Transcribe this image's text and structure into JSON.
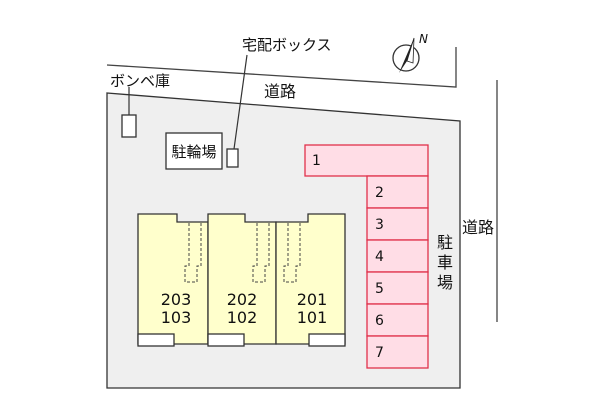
{
  "labels": {
    "delivery_box": "宅配ボックス",
    "gas_cylinder": "ボンベ庫",
    "road_top": "道路",
    "road_right": "道路",
    "bicycle_parking": "駐輪場",
    "parking": [
      "駐",
      "車",
      "場"
    ],
    "north": "N"
  },
  "buildings": [
    {
      "upper": "203",
      "lower": "103"
    },
    {
      "upper": "202",
      "lower": "102"
    },
    {
      "upper": "201",
      "lower": "101"
    }
  ],
  "parking_slots": [
    "1",
    "2",
    "3",
    "4",
    "5",
    "6",
    "7"
  ],
  "colors": {
    "lot_fill": "#efefef",
    "building_fill": "#ffffcc",
    "parking_fill": "#ffdde6",
    "parking_stroke": "#e0314b",
    "outline": "#333333"
  }
}
